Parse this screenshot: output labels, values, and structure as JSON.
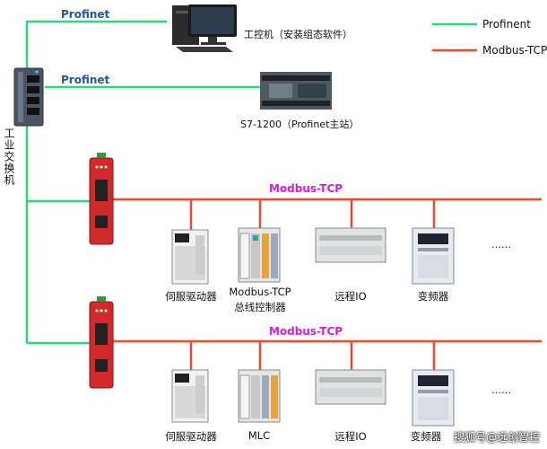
{
  "colors": {
    "profinet": "#2fd67a",
    "modbus": "#ef4a2e",
    "label_blue": "#2255aa",
    "label_magenta": "#d21fd2"
  },
  "legend": {
    "profinet": "Profinent",
    "modbus": "Modbus-TCP"
  },
  "switch_label": "工业交换机",
  "links": {
    "profinet_top": "Profinet",
    "profinet_mid": "Profinet",
    "modbus_bus1": "Modbus-TCP",
    "modbus_bus2": "Modbus-TCP"
  },
  "devices": {
    "ipc": "工控机（安装组态软件）",
    "plc": "S7-1200（Profinet主站）"
  },
  "row1": {
    "servo": "伺服驱动器",
    "controller_line1": "Modbus-TCP",
    "controller_line2": "总线控制器",
    "remote_io": "远程IO",
    "inverter": "变频器",
    "more": "……"
  },
  "row2": {
    "servo": "伺服驱动器",
    "mlc": "MLC",
    "remote_io": "远程IO",
    "inverter": "变频器",
    "more": "……"
  },
  "watermark": "搜狐号@远创智控"
}
